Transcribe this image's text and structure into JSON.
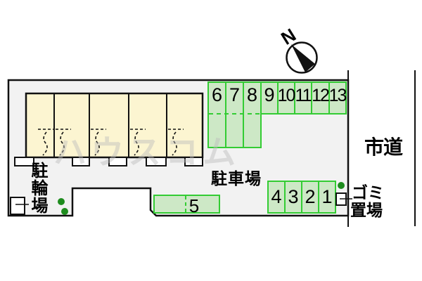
{
  "diagram": {
    "watermark": "ハウスコム",
    "compass": {
      "north_label": "N"
    },
    "areas": {
      "parking_lot_label": "駐車場",
      "bicycle_parking_label": "駐輪場",
      "city_road_label": "市道",
      "garbage_area_label_line1": "ゴミ",
      "garbage_area_label_line2": "置場"
    },
    "parking_stalls": {
      "top_row_long": [
        "6",
        "7",
        "8"
      ],
      "top_row_short": [
        "9",
        "10",
        "11",
        "12",
        "13"
      ],
      "bottom_row": [
        "4",
        "3",
        "2",
        "1"
      ],
      "single": "5"
    },
    "colors": {
      "site_fill": "#f2f2f2",
      "building_fill": "#fcf5d1",
      "stall_fill": "#cde8c6",
      "stall_border": "#33cc33",
      "shrub_green": "#1e8c1e",
      "line_black": "#111111"
    }
  }
}
